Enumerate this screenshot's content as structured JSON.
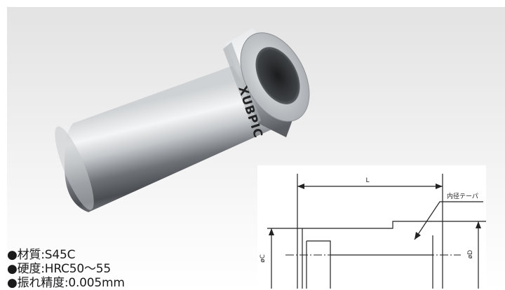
{
  "product": {
    "engraving": "XUBPIC",
    "icon": "sleeve-photo"
  },
  "drawing": {
    "label_length": "L",
    "label_inner_taper": "内径テーパ",
    "label_dia_c": "øC",
    "label_dia_d": "øD"
  },
  "specs": [
    {
      "label": "●材質:S45C"
    },
    {
      "label": "●硬度:HRC50～55"
    },
    {
      "label": "●振れ精度:0.005mm"
    }
  ],
  "colors": {
    "background_top": "#e3e3e3",
    "steel_dark": "#4a4d52",
    "steel_light": "#f2f3f4",
    "drawing_line": "#222222"
  }
}
